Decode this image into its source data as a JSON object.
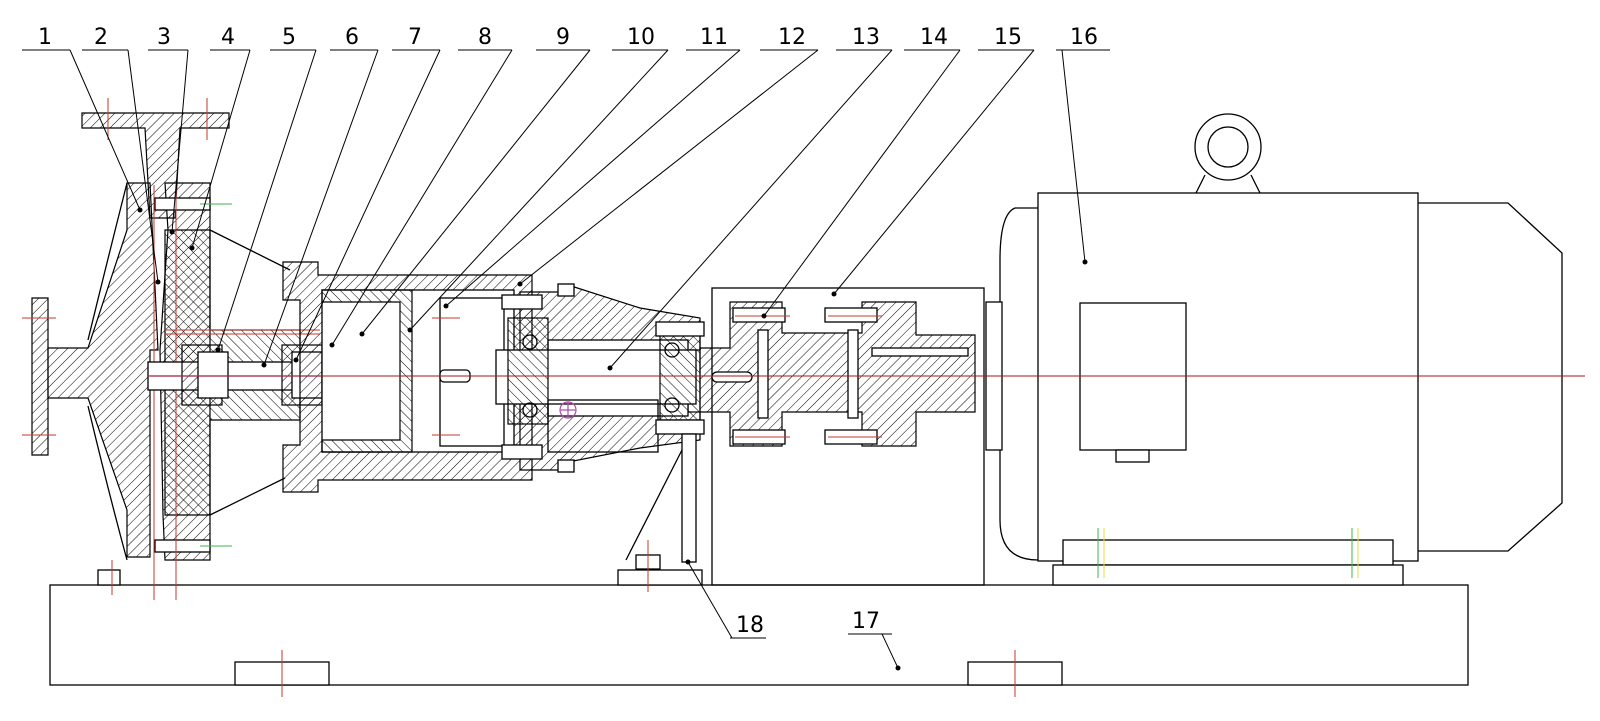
{
  "part_labels": [
    "1",
    "2",
    "3",
    "4",
    "5",
    "6",
    "7",
    "8",
    "9",
    "10",
    "11",
    "12",
    "13",
    "14",
    "15",
    "16",
    "17",
    "18"
  ]
}
